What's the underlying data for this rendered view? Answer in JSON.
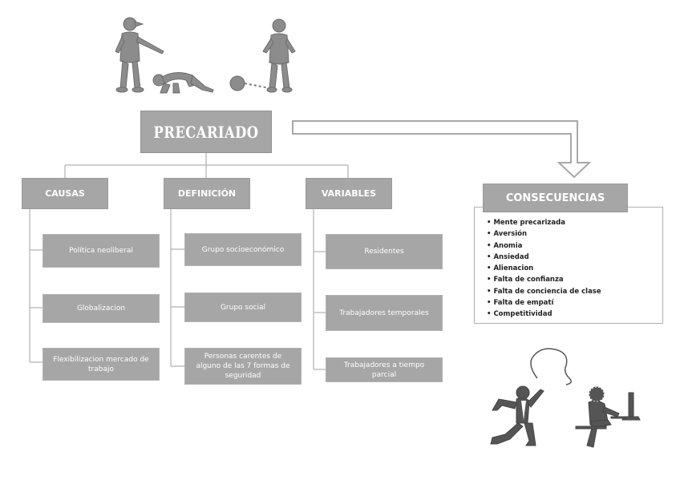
{
  "title": "PRECARIADO",
  "branches": [
    {
      "header": "CAUSAS",
      "items": [
        "Política neoliberal",
        "Globalizacion",
        "Flexibilizacion mercado de trabajo"
      ]
    },
    {
      "header": "DEFINICIÓN",
      "items": [
        "Grupo socioeconómico",
        "Grupo social",
        "Personas carentes de alguno de las 7 formas de seguridad"
      ]
    },
    {
      "header": "VARIABLES",
      "items": [
        "Residentes",
        "Trabajadores temporales",
        "Trabajadores a tiempo parcial"
      ]
    }
  ],
  "consecuencias": {
    "header": "CONSECUENCIAS",
    "items": [
      "Mente precarizada",
      "Aversión",
      "Anomia",
      "Ansiedad",
      "Alienacion",
      "Falta de confianza",
      "Falta de conciencia de clase",
      "Falta de empatí",
      "Competitividad"
    ]
  },
  "icons": [
    "man-pointing-icon",
    "kneeling-person-icon",
    "prisoner-ball-chain-icon",
    "stressed-man-thought-icon",
    "worker-at-computer-icon"
  ]
}
